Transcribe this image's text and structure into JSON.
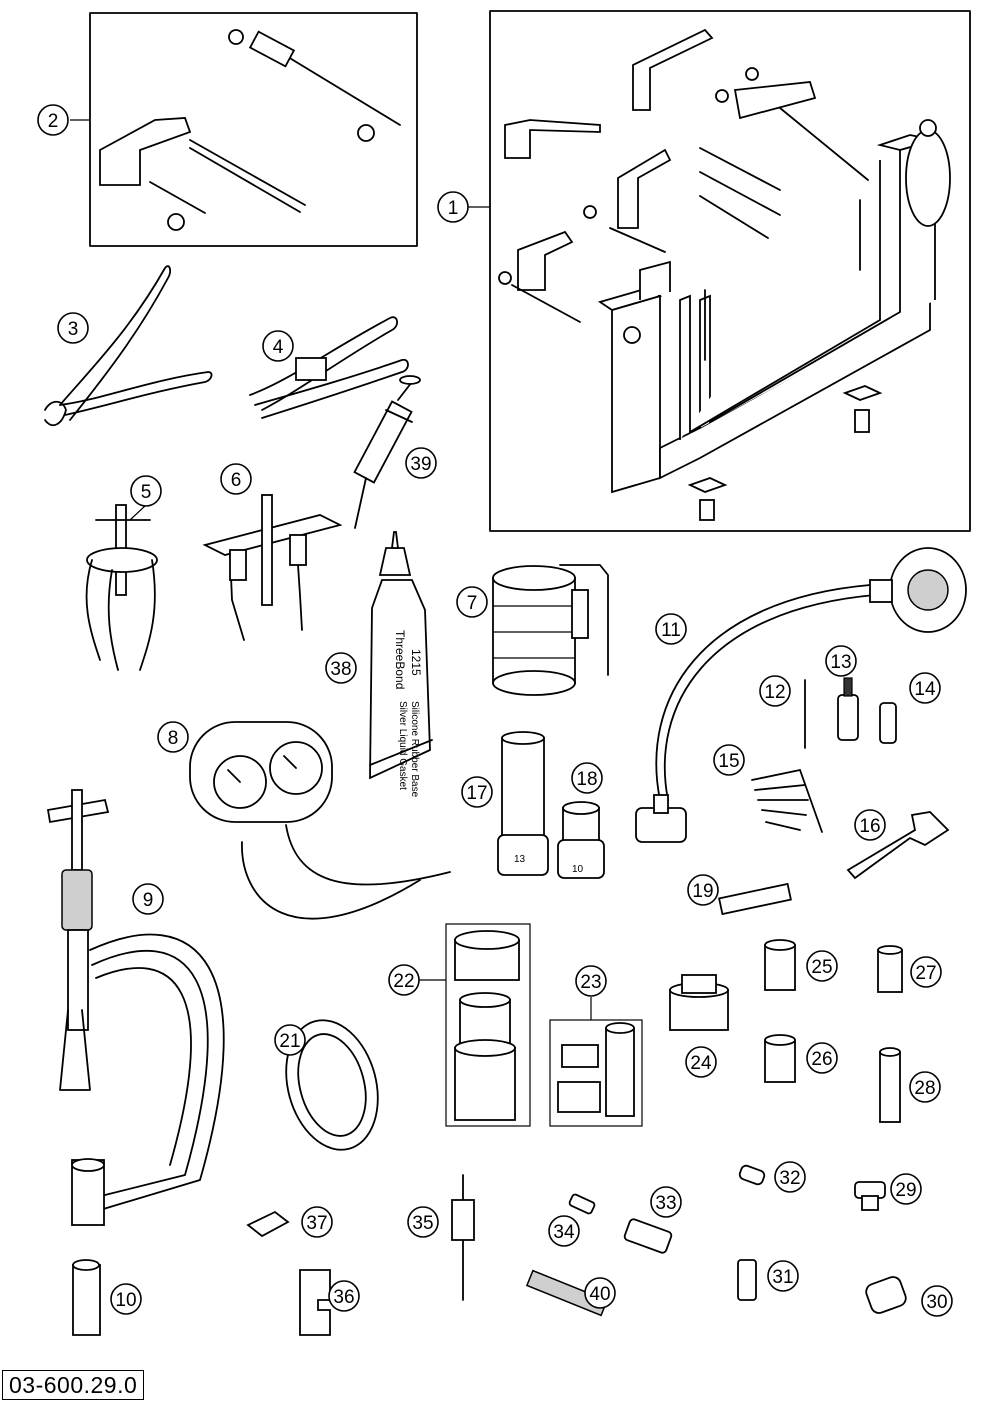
{
  "callouts": [
    {
      "num": "1"
    },
    {
      "num": "2"
    },
    {
      "num": "3"
    },
    {
      "num": "4"
    },
    {
      "num": "5"
    },
    {
      "num": "6"
    },
    {
      "num": "7"
    },
    {
      "num": "8"
    },
    {
      "num": "9"
    },
    {
      "num": "10"
    },
    {
      "num": "11"
    },
    {
      "num": "12"
    },
    {
      "num": "13"
    },
    {
      "num": "14"
    },
    {
      "num": "15"
    },
    {
      "num": "16"
    },
    {
      "num": "17"
    },
    {
      "num": "18"
    },
    {
      "num": "19"
    },
    {
      "num": "21"
    },
    {
      "num": "22"
    },
    {
      "num": "23"
    },
    {
      "num": "24"
    },
    {
      "num": "25"
    },
    {
      "num": "26"
    },
    {
      "num": "27"
    },
    {
      "num": "28"
    },
    {
      "num": "29"
    },
    {
      "num": "30"
    },
    {
      "num": "31"
    },
    {
      "num": "32"
    },
    {
      "num": "33"
    },
    {
      "num": "34"
    },
    {
      "num": "35"
    },
    {
      "num": "36"
    },
    {
      "num": "37"
    },
    {
      "num": "38"
    },
    {
      "num": "39"
    },
    {
      "num": "40"
    }
  ],
  "tube_label": {
    "brand": "ThreeBond",
    "code": "1215",
    "line1": "Silver Liquid Gasket",
    "line2": "Silicone Rubber Base"
  },
  "socket_marks": {
    "left": "13",
    "right": "10"
  },
  "reference_code": "03-600.29.0"
}
